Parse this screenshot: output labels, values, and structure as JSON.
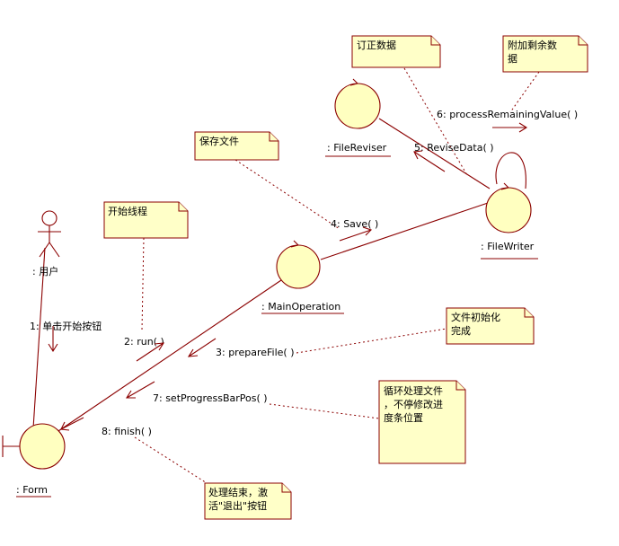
{
  "objects": {
    "user": ": 用户",
    "form": ": Form",
    "main_operation": ": MainOperation",
    "file_writer": ": FileWriter",
    "file_reviser": ": FileReviser"
  },
  "messages": {
    "m1": "1: 单击开始按钮",
    "m2": "2: run( )",
    "m3": "3: prepareFile( )",
    "m4": "4: Save( )",
    "m5": "5: ReviseData( )",
    "m6": "6: processRemainingValue( )",
    "m7": "7: setProgressBarPos( )",
    "m8": "8: finish( )"
  },
  "notes": {
    "revise_data": [
      "订正数据"
    ],
    "append_remaining": [
      "附加剩余数",
      "据"
    ],
    "save_file": [
      "保存文件"
    ],
    "start_thread": [
      "开始线程"
    ],
    "file_init": [
      "文件初始化",
      "完成"
    ],
    "loop_process": [
      "循环处理文件",
      "，不停修改进",
      "度条位置"
    ],
    "finish_note": [
      "处理结束，激",
      "活\"退出\"按钮"
    ]
  }
}
